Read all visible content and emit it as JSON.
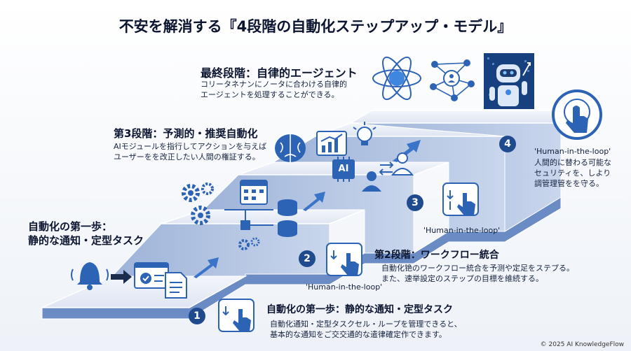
{
  "title": "不安を解消する『4段階の自動化ステップアップ・モデル』",
  "stages": [
    {
      "number": "1",
      "heading": "自動化の第一歩：静的な通知・定型タスク",
      "description": "自動化通知・定型タスクセル・ループを管理できると、\n基本的な通知をご交交通的な遣律確定作できます。"
    },
    {
      "number": "2",
      "heading": "第2段階：ワークフロー統合",
      "description": "自動化铯のワークフロー統合を予测や定足をステプる。\nまた、速举設定のステップの目標を維続する。"
    },
    {
      "number": "3",
      "heading": "第3段階：予測的・推奨自動化",
      "description": "AIモジュールを指行してアクションを与えば\nユーザーをを改正したい人間の権証する。"
    },
    {
      "heading": "最終段階：自律的エージェント",
      "description": "コリータネナンにノータに合わける自律的\nエージェントを処理することができる。"
    }
  ],
  "side_heading_line1": "自動化の第一歩：",
  "side_heading_line2": "静的な通知・定型タスク",
  "step4": {
    "number": "4",
    "hitl": "'Human-in-the-loop'",
    "description": "人間的に替わる可能な\nセュリティを、しより\n調管理管をを守る。"
  },
  "hitl_label": "'Human-in-the-loop'",
  "ai_chip": "AI",
  "copyright": "© 2025 AI KnowledgeFlow",
  "colors": {
    "accent": "#1f4b8e",
    "step_top": "#e9eef7",
    "step_side": "#7d9acb",
    "step_riser": "#c9d6ec",
    "icon": "#2c63b5"
  },
  "icons": [
    "bell-icon",
    "approval-window-icon",
    "document-icon",
    "gears-icon",
    "calendar-icon",
    "database-icon",
    "workflow-icon",
    "brain-icon",
    "growth-chart-icon",
    "lightbulb-icon",
    "ai-chip-icon",
    "user-icon",
    "exchange-icon",
    "atom-icon",
    "network-icon",
    "robot-icon",
    "touch-icon"
  ]
}
